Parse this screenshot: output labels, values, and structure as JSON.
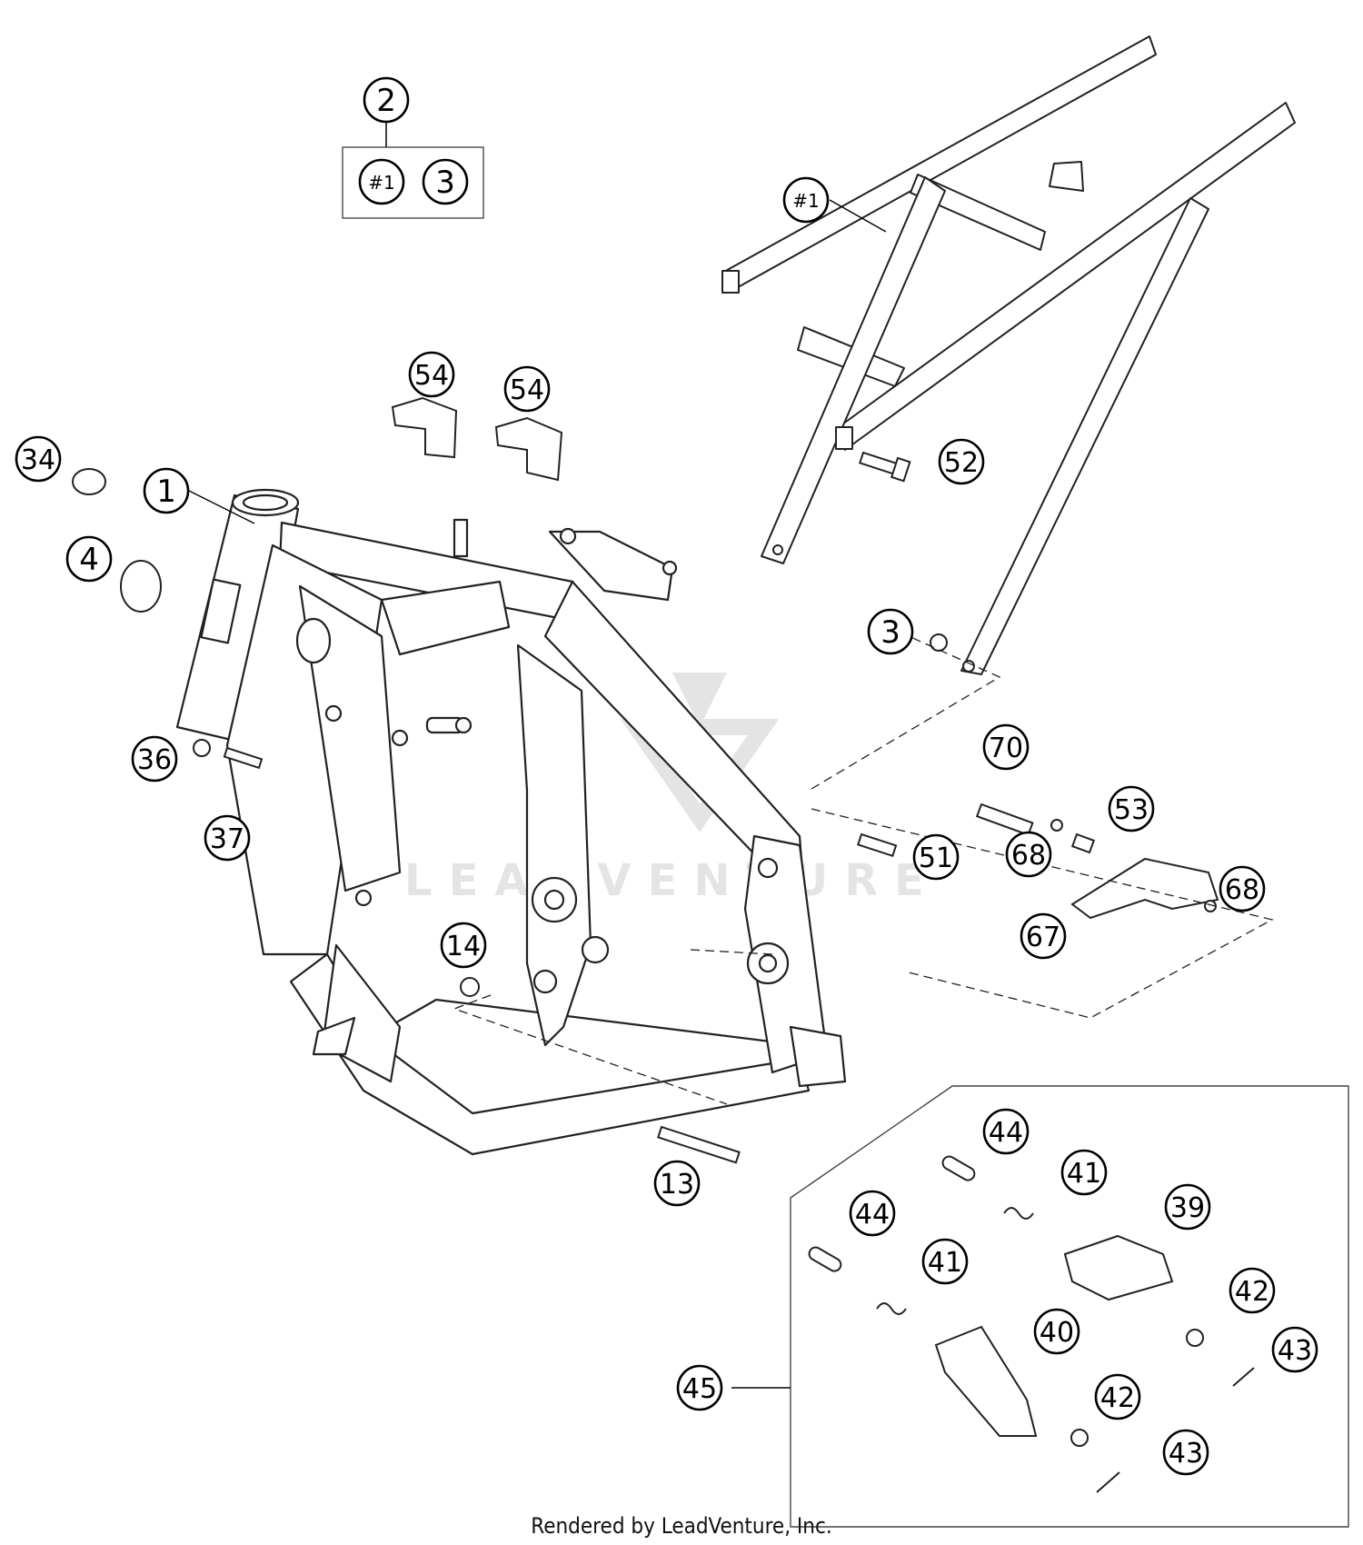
{
  "callouts": {
    "c2": "2",
    "c_set_1": "#1",
    "c_set_3": "3",
    "c_subframe": "#1",
    "c54a": "54",
    "c54b": "54",
    "c34": "34",
    "c1": "1",
    "c4": "4",
    "c52": "52",
    "c3": "3",
    "c70": "70",
    "c53": "53",
    "c68a": "68",
    "c51": "51",
    "c68b": "68",
    "c67": "67",
    "c36": "36",
    "c37": "37",
    "c14": "14",
    "c13": "13",
    "c44a": "44",
    "c41a": "41",
    "c39": "39",
    "c44b": "44",
    "c41b": "41",
    "c42a": "42",
    "c40": "40",
    "c43a": "43",
    "c45": "45",
    "c42b": "42",
    "c43b": "43"
  },
  "watermark": "LEADVENTURE",
  "footer": "Rendered by LeadVenture, Inc."
}
